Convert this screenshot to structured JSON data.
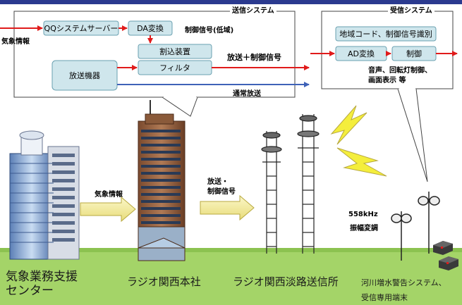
{
  "colors": {
    "top_bar": "#2b3a8f",
    "box_fill": "#cfe6ec",
    "box_stroke": "#6aa0b0",
    "red_arrow": "#e01b1b",
    "blue_arrow": "#3f62b8",
    "ground": "#a4d468",
    "lightning": "#f4ee3c"
  },
  "transmit_system": {
    "title": "送信システム",
    "qq_server": "QQシステムサーバー",
    "da_convert": "DA変換",
    "control_signal_low": "制御信号(低域)",
    "interrupt_device": "割込装置",
    "filter": "フィルタ",
    "broadcast_equipment": "放送機器",
    "broadcast_plus_control": "放送＋制御信号",
    "normal_broadcast": "通常放送",
    "weather_info": "気象情報"
  },
  "receive_system": {
    "title": "受信システム",
    "area_code_id": "地域コード、制御信号識別",
    "ad_convert": "AD変換",
    "control": "制御",
    "outputs_line1": "音声、回転灯制御、",
    "outputs_line2": "画面表示 等"
  },
  "flow": {
    "weather_info_arrow": "気象情報",
    "broadcast_control_line1": "放送・",
    "broadcast_control_line2": "制御信号",
    "frequency": "558kHz",
    "modulation": "振幅変調"
  },
  "ground_labels": {
    "weather_center_line1": "気象業務支援",
    "weather_center_line2": "センター",
    "radio_kansai_hq": "ラジオ関西本社",
    "awaji_transmitter": "ラジオ関西淡路送信所",
    "river_warning_line1": "河川増水警告システム、",
    "river_warning_line2": "受信専用端末"
  },
  "icons": [
    "office-building-icon",
    "radio-hq-tower-icon",
    "antenna-tower-icon",
    "receiver-antenna-icon",
    "lightning-icon",
    "receiver-terminal-icon"
  ]
}
